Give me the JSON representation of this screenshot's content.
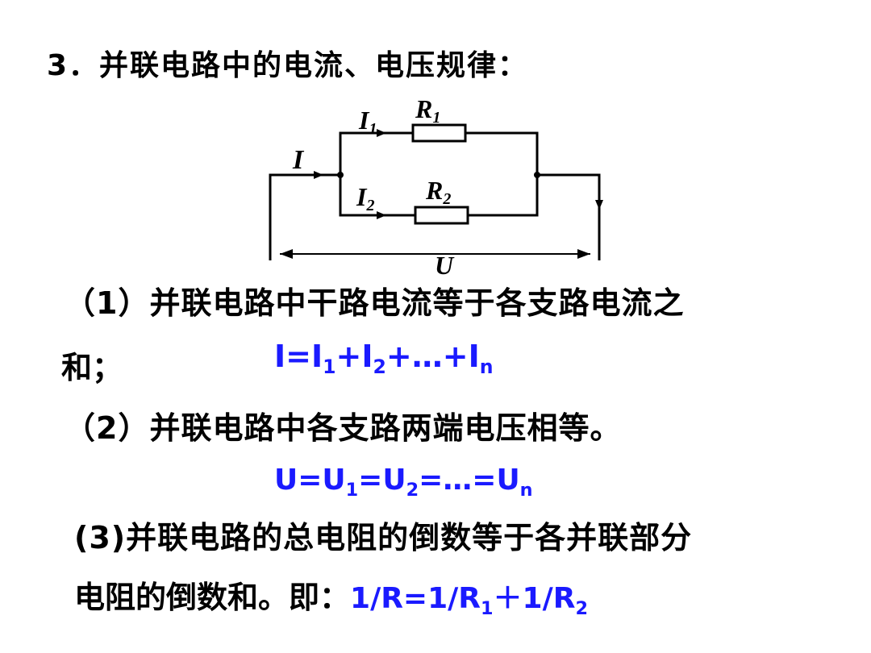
{
  "title": "3．并联电路中的电流、电压规律：",
  "circuit": {
    "I1_main": "I",
    "I1_sub": "1",
    "R1_main": "R",
    "R1_sub": "1",
    "I_main": "I",
    "I2_main": "I",
    "I2_sub": "2",
    "R2_main": "R",
    "R2_sub": "2",
    "U": "U"
  },
  "rule1": {
    "line1": "（1）并联电路中干路电流等于各支路电流之",
    "line2": "和；"
  },
  "formula1": {
    "p1": "I=I",
    "s1": "1",
    "p2": "+I",
    "s2": "2",
    "p3": "+…+I",
    "s3": "n"
  },
  "rule2": {
    "line1": "（2）并联电路中各支路两端电压相等。"
  },
  "formula2": {
    "p1": "U=U",
    "s1": "1",
    "p2": "=U",
    "s2": "2",
    "p3": "=…=U",
    "s3": "n"
  },
  "rule3": {
    "line1": "(3)并联电路的总电阻的倒数等于各并联部分",
    "line2": "电阻的倒数和。即：",
    "formula_p1": "1/R=1/R",
    "formula_s1": "1",
    "formula_p2": "＋1/R",
    "formula_s2": "2"
  },
  "colors": {
    "text": "#000000",
    "formula": "#1a1aff"
  }
}
